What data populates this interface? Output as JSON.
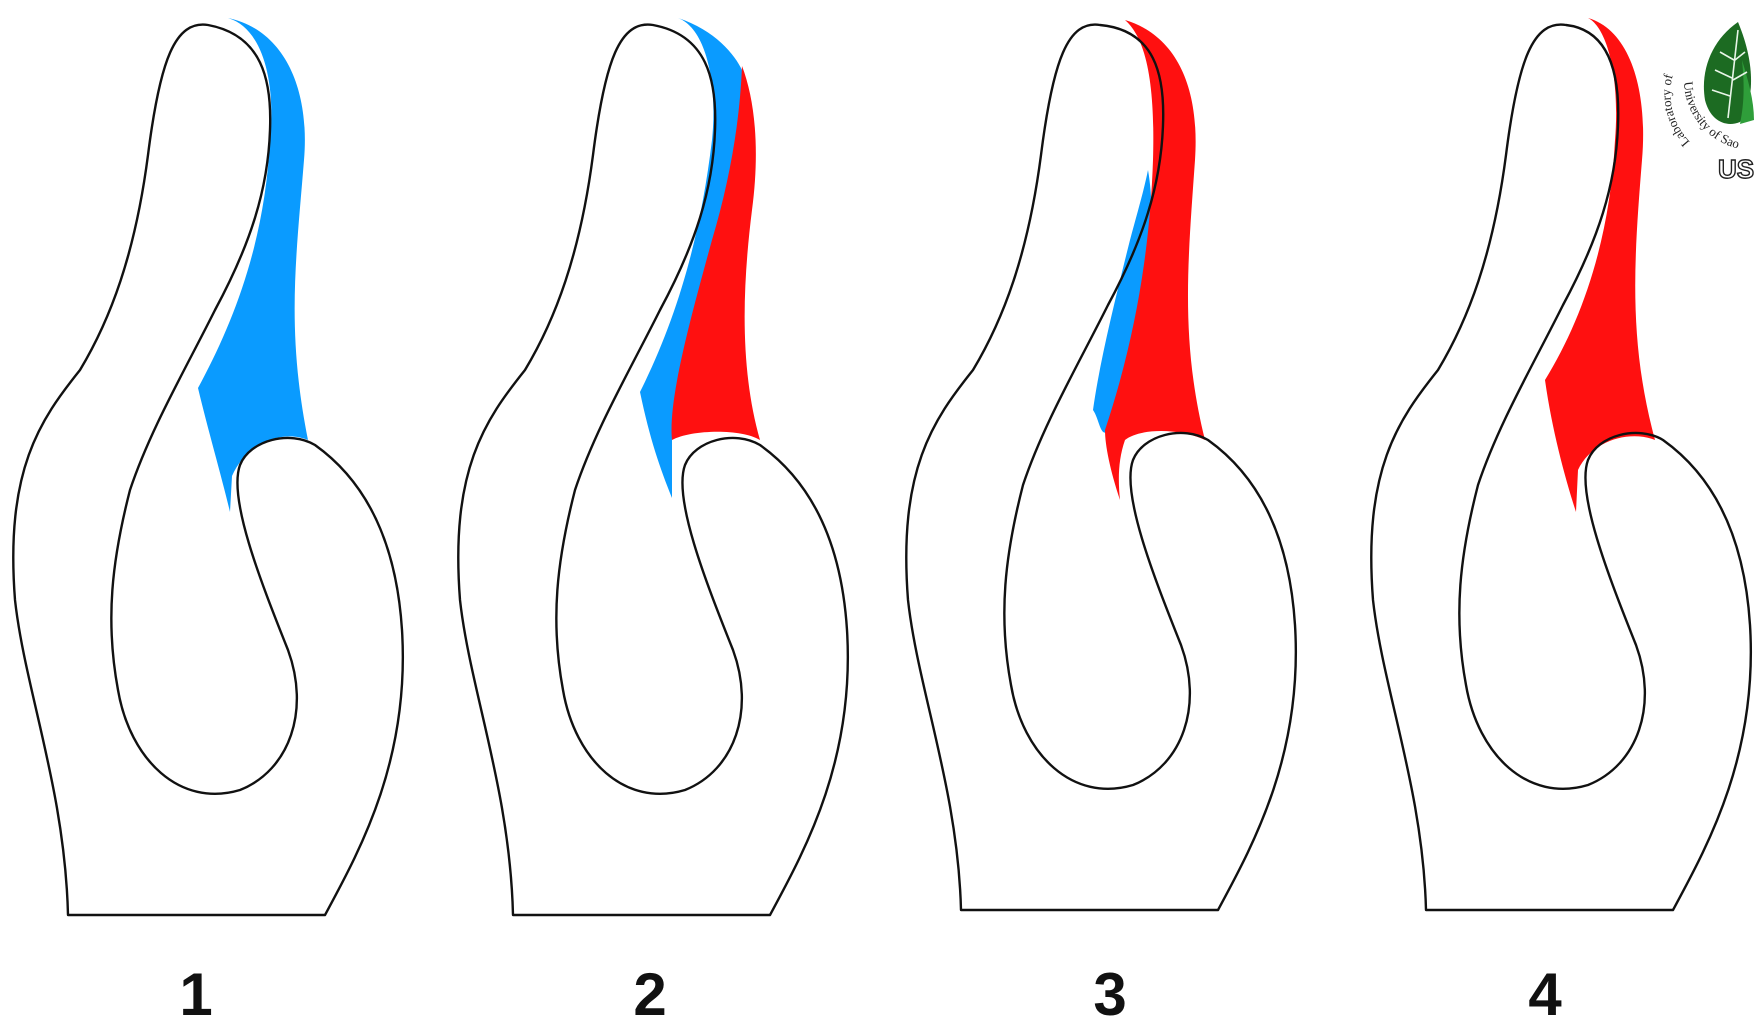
{
  "colors": {
    "blue": "#0A9BFF",
    "red": "#FF1010",
    "outline": "#111111",
    "leaf_dark": "#1C6B22",
    "leaf_light": "#2F9E3A"
  },
  "stages": [
    {
      "label": "1",
      "regions": [
        "blue"
      ]
    },
    {
      "label": "2",
      "regions": [
        "blue",
        "red"
      ]
    },
    {
      "label": "3",
      "regions": [
        "blue",
        "red"
      ]
    },
    {
      "label": "4",
      "regions": [
        "red"
      ]
    }
  ],
  "logo": {
    "arc_top": "Laboratory of",
    "arc_bottom": "University of Sao",
    "monogram": "US",
    "icon": "leaf-icon"
  }
}
